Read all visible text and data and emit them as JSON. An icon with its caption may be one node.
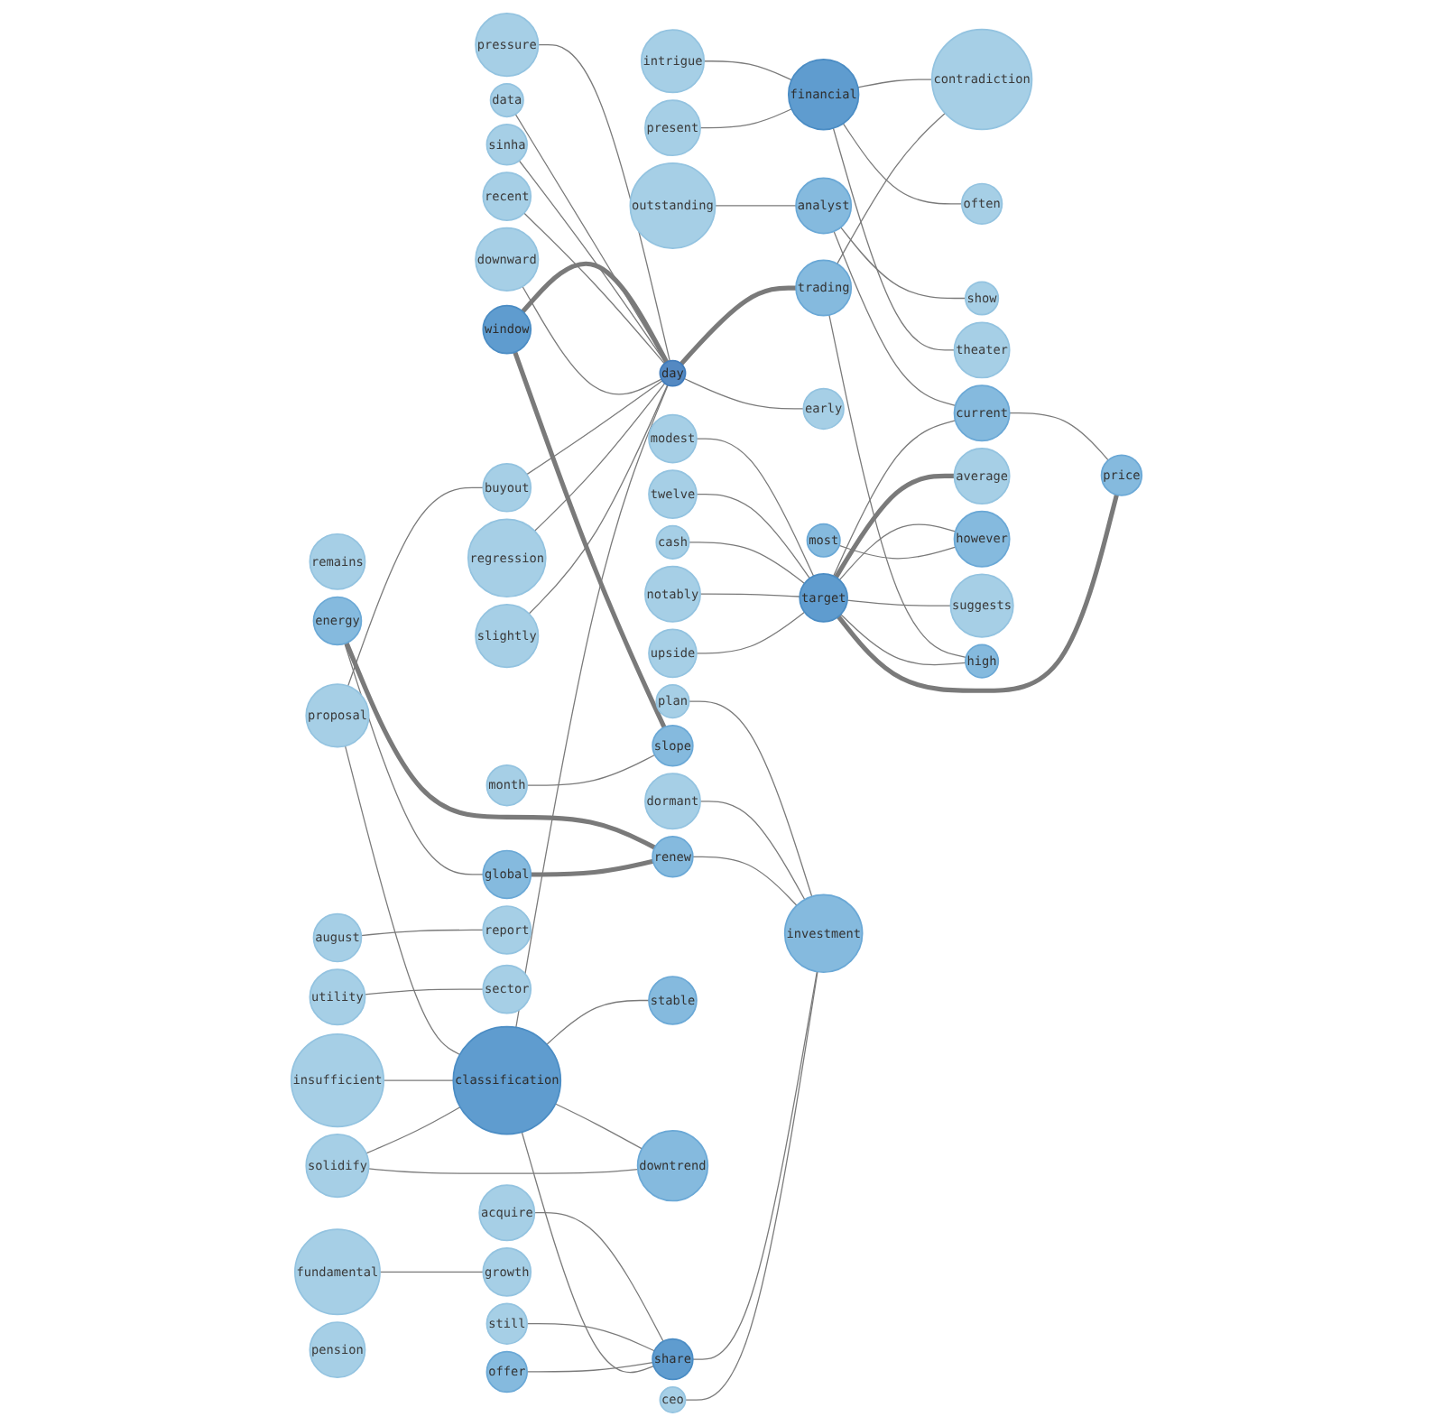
{
  "diagram": {
    "nodes": [
      {
        "text": [
          "pressure"
        ]
      },
      {
        "text": [
          "outstanding"
        ]
      },
      {
        "text": [
          "intrigue"
        ]
      },
      {
        "text": [
          "data"
        ]
      },
      {
        "text": [
          "window"
        ]
      },
      {
        "text": [
          "contradiction"
        ]
      },
      {
        "text": [
          "often"
        ]
      },
      {
        "text": [
          "downward"
        ]
      },
      {
        "text": [
          "modest"
        ]
      },
      {
        "text": [
          "twelve"
        ]
      },
      {
        "text": [
          "buyout"
        ]
      },
      {
        "text": [
          "remains"
        ]
      },
      {
        "text": [
          "show"
        ]
      },
      {
        "text": [
          "proposal"
        ]
      },
      {
        "text": [
          "financial"
        ]
      },
      {
        "text": [
          "recent"
        ]
      },
      {
        "text": [
          "sinha"
        ]
      },
      {
        "text": [
          "cash"
        ]
      },
      {
        "text": [
          "august"
        ]
      },
      {
        "text": [
          "theater"
        ]
      },
      {
        "text": [
          "notably"
        ]
      },
      {
        "text": [
          "month"
        ]
      },
      {
        "text": [
          "analyst"
        ]
      },
      {
        "text": [
          "current"
        ]
      },
      {
        "text": [
          "upside"
        ]
      },
      {
        "text": [
          "day"
        ]
      },
      {
        "text": [
          "trading"
        ]
      },
      {
        "text": [
          "early"
        ]
      },
      {
        "text": [
          "ceo"
        ]
      },
      {
        "text": [
          "regression"
        ]
      },
      {
        "text": [
          "target"
        ]
      },
      {
        "text": [
          "share"
        ]
      },
      {
        "text": [
          "slope"
        ]
      },
      {
        "text": [
          "energy"
        ]
      },
      {
        "text": [
          "slightly"
        ]
      },
      {
        "text": [
          "renew"
        ]
      },
      {
        "text": [
          "average"
        ]
      },
      {
        "text": [
          "insufficient"
        ]
      },
      {
        "text": [
          "classification"
        ]
      },
      {
        "text": [
          "price"
        ]
      },
      {
        "text": [
          "most"
        ]
      },
      {
        "text": [
          "global"
        ]
      },
      {
        "text": [
          "plan"
        ]
      },
      {
        "text": [
          "report"
        ]
      },
      {
        "text": [
          "utility"
        ]
      },
      {
        "text": [
          "investment"
        ]
      },
      {
        "text": [
          "stable"
        ]
      },
      {
        "text": [
          "sector"
        ]
      },
      {
        "text": [
          "however"
        ]
      },
      {
        "text": [
          "acquire"
        ]
      },
      {
        "text": [
          "suggests"
        ]
      },
      {
        "text": [
          "high"
        ]
      },
      {
        "text": [
          "fundamental"
        ]
      },
      {
        "text": [
          "offer"
        ]
      },
      {
        "text": [
          "solidify"
        ]
      },
      {
        "text": [
          "downtrend"
        ]
      },
      {
        "text": [
          "pension"
        ]
      },
      {
        "text": [
          "still"
        ]
      },
      {
        "text": [
          "present"
        ]
      },
      {
        "text": [
          "dormant"
        ]
      },
      {
        "text": [
          "growth"
        ]
      }
    ],
    "edges": [
      {
        "from": 0,
        "to": 25,
        "arrow": "none"
      },
      {
        "from": 2,
        "to": 14,
        "arrow": "none"
      },
      {
        "from": 1,
        "to": 22,
        "arrow": "none"
      },
      {
        "from": 4,
        "to": 25,
        "arrow": "none",
        "style": "thick"
      },
      {
        "from": 4,
        "to": 32,
        "arrow": "none",
        "style": "thick"
      },
      {
        "from": 14,
        "to": 5,
        "arrow": "none"
      },
      {
        "from": 26,
        "to": 5,
        "arrow": "none"
      },
      {
        "from": 14,
        "to": 19,
        "arrow": "none"
      },
      {
        "from": 14,
        "to": 6,
        "arrow": "none"
      },
      {
        "from": 8,
        "to": 30,
        "arrow": "none"
      },
      {
        "from": 3,
        "to": 25,
        "arrow": "none"
      },
      {
        "from": 22,
        "to": 12,
        "arrow": "none"
      },
      {
        "from": 16,
        "to": 25,
        "arrow": "none"
      },
      {
        "from": 15,
        "to": 25,
        "arrow": "none"
      },
      {
        "from": 7,
        "to": 25,
        "arrow": "none"
      },
      {
        "from": 9,
        "to": 30,
        "arrow": "none"
      },
      {
        "from": 10,
        "to": 25,
        "arrow": "none"
      },
      {
        "from": 13,
        "to": 10,
        "arrow": "none"
      },
      {
        "from": 13,
        "to": 38,
        "arrow": "none"
      },
      {
        "from": 17,
        "to": 30,
        "arrow": "none"
      },
      {
        "from": 20,
        "to": 30,
        "arrow": "none"
      },
      {
        "from": 21,
        "to": 32,
        "arrow": "none"
      },
      {
        "from": 24,
        "to": 30,
        "arrow": "none"
      },
      {
        "from": 29,
        "to": 25,
        "arrow": "none"
      },
      {
        "from": 18,
        "to": 43,
        "arrow": "none"
      },
      {
        "from": 33,
        "to": 35,
        "arrow": "none",
        "style": "thick"
      },
      {
        "from": 37,
        "to": 38,
        "arrow": "none"
      },
      {
        "from": 33,
        "to": 41,
        "arrow": "none"
      },
      {
        "from": 34,
        "to": 25,
        "arrow": "none"
      },
      {
        "from": 41,
        "to": 35,
        "arrow": "none",
        "style": "thick"
      },
      {
        "from": 49,
        "to": 31,
        "arrow": "none"
      },
      {
        "from": 57,
        "to": 31,
        "arrow": "none"
      },
      {
        "from": 53,
        "to": 31,
        "arrow": "none"
      },
      {
        "from": 54,
        "to": 38,
        "arrow": "none"
      },
      {
        "from": 42,
        "to": 45,
        "arrow": "none"
      },
      {
        "from": 44,
        "to": 47,
        "arrow": "none"
      },
      {
        "from": 38,
        "to": 55,
        "arrow": "none"
      },
      {
        "from": 38,
        "to": 46,
        "arrow": "none"
      },
      {
        "from": 54,
        "to": 55,
        "arrow": "none"
      },
      {
        "from": 58,
        "to": 14,
        "arrow": "none"
      },
      {
        "from": 59,
        "to": 45,
        "arrow": "none"
      },
      {
        "from": 35,
        "to": 45,
        "arrow": "none"
      },
      {
        "from": 30,
        "to": 48,
        "arrow": "none"
      },
      {
        "from": 31,
        "to": 45,
        "arrow": "none"
      },
      {
        "from": 40,
        "to": 48,
        "arrow": "none"
      },
      {
        "from": 26,
        "to": 51,
        "arrow": "none"
      },
      {
        "from": 30,
        "to": 51,
        "arrow": "none"
      },
      {
        "from": 30,
        "to": 50,
        "arrow": "none"
      },
      {
        "from": 28,
        "to": 45,
        "arrow": "none"
      },
      {
        "from": 22,
        "to": 23,
        "arrow": "none"
      },
      {
        "from": 30,
        "to": 23,
        "arrow": "none"
      },
      {
        "from": 23,
        "to": 39,
        "arrow": "none"
      },
      {
        "from": 25,
        "to": 26,
        "arrow": "none",
        "style": "thick"
      },
      {
        "from": 25,
        "to": 27,
        "arrow": "none"
      },
      {
        "from": 30,
        "to": 36,
        "arrow": "none",
        "style": "thick"
      },
      {
        "from": 30,
        "to": 39,
        "arrow": "none",
        "style": "thick"
      },
      {
        "from": 52,
        "to": 60,
        "arrow": "none"
      },
      {
        "from": 38,
        "to": 31,
        "arrow": "none"
      },
      {
        "from": 38,
        "to": 25,
        "arrow": "none"
      }
    ]
  }
}
